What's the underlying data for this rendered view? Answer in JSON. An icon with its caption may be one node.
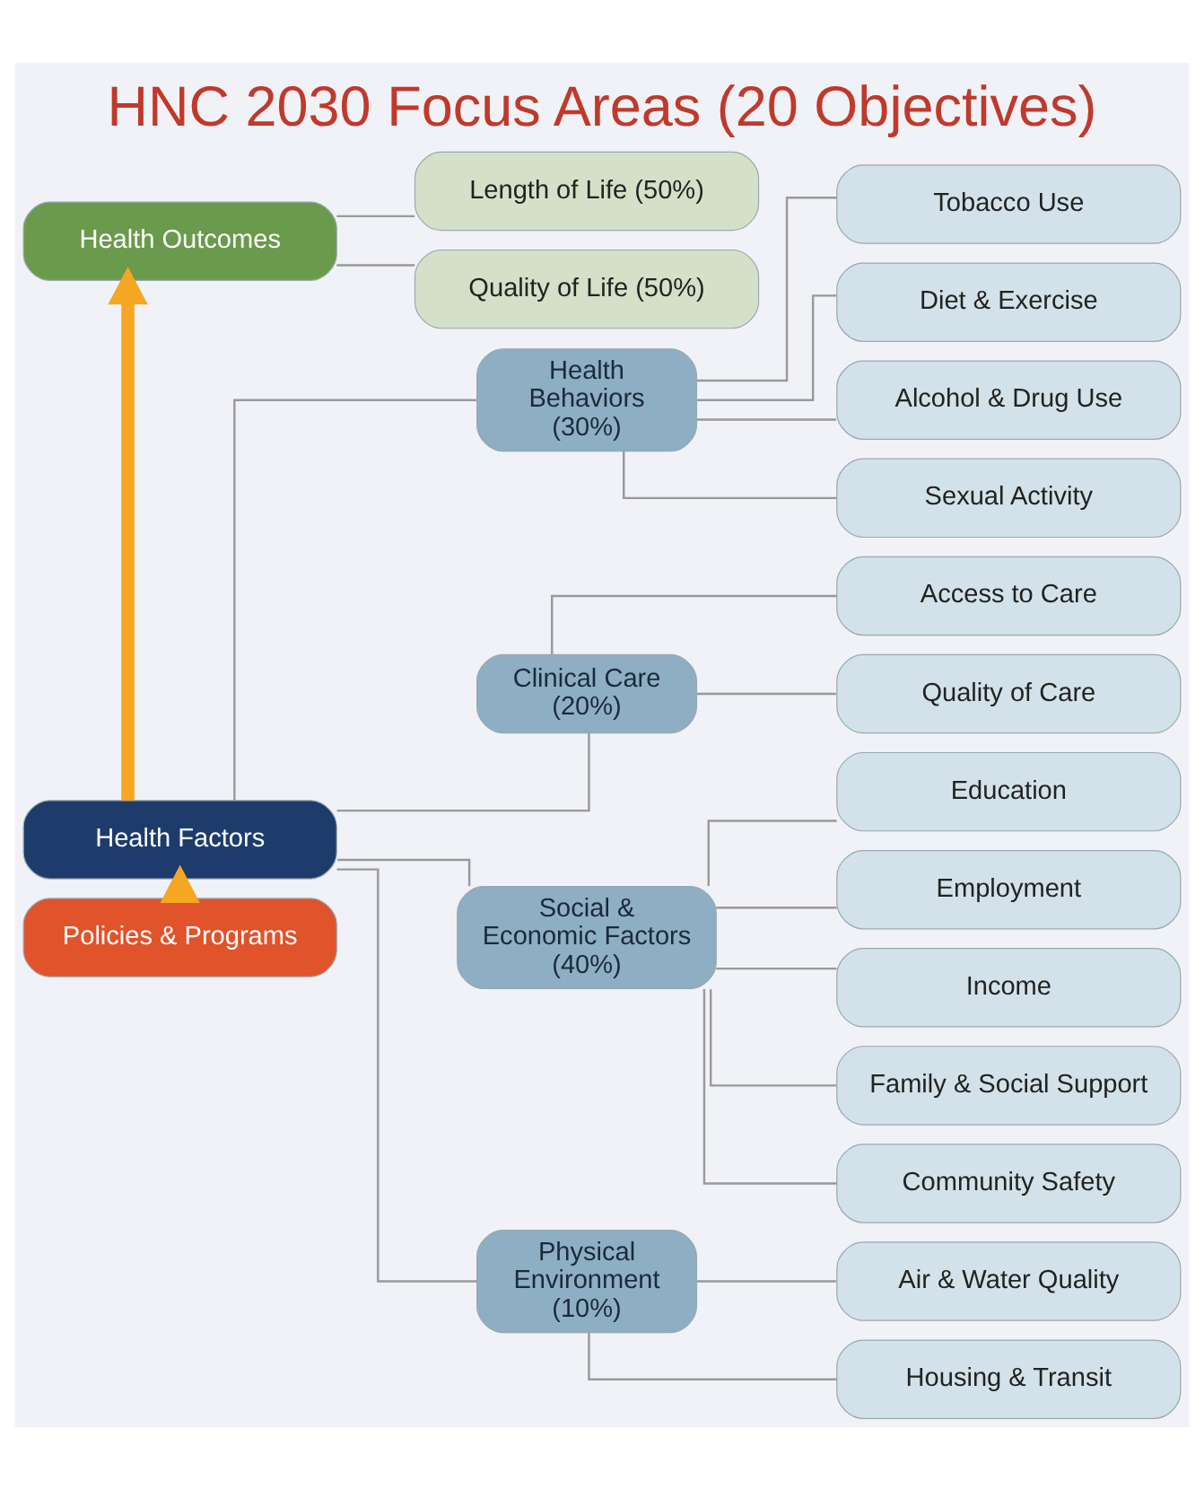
{
  "diagram": {
    "title": "HNC 2030 Focus Areas (20 Objectives)",
    "nodes": [
      {
        "text": [
          "Health Outcomes"
        ]
      },
      {
        "text": [
          "Length of Life (50%)"
        ]
      },
      {
        "text": [
          "Quality of Life (50%)"
        ]
      },
      {
        "text": [
          "Health Factors"
        ]
      },
      {
        "text": [
          "Health Behaviors (30%)"
        ]
      },
      {
        "text": [
          "Tobacco Use"
        ]
      },
      {
        "text": [
          "Diet & Exercise"
        ]
      },
      {
        "text": [
          "Alcohol & Drug Use"
        ]
      },
      {
        "text": [
          "Sexual Activity"
        ]
      },
      {
        "text": [
          "Clinical Care (20%)"
        ]
      },
      {
        "text": [
          "Access to Care"
        ]
      },
      {
        "text": [
          "Quality of Care"
        ]
      },
      {
        "text": [
          "Social & Economic Factors (40%)"
        ]
      },
      {
        "text": [
          "Education"
        ]
      },
      {
        "text": [
          "Employment"
        ]
      },
      {
        "text": [
          "Income"
        ]
      },
      {
        "text": [
          "Family & Social Support"
        ]
      },
      {
        "text": [
          "Community Safety"
        ]
      },
      {
        "text": [
          "Physical Environment (10%)"
        ]
      },
      {
        "text": [
          "Air & Water Quality"
        ]
      },
      {
        "text": [
          "Housing & Transit"
        ]
      },
      {
        "text": [
          "Policies & Programs"
        ]
      }
    ],
    "edges": [
      {
        "from": 0,
        "to": 1,
        "arrow": "none"
      },
      {
        "from": 0,
        "to": 2,
        "arrow": "none"
      },
      {
        "from": 3,
        "to": 4,
        "arrow": "none"
      },
      {
        "from": 3,
        "to": 9,
        "arrow": "none"
      },
      {
        "from": 3,
        "to": 12,
        "arrow": "none"
      },
      {
        "from": 3,
        "to": 18,
        "arrow": "none"
      },
      {
        "from": 4,
        "to": 5,
        "arrow": "none"
      },
      {
        "from": 4,
        "to": 6,
        "arrow": "none"
      },
      {
        "from": 4,
        "to": 7,
        "arrow": "none"
      },
      {
        "from": 4,
        "to": 8,
        "arrow": "none"
      },
      {
        "from": 9,
        "to": 10,
        "arrow": "none"
      },
      {
        "from": 9,
        "to": 11,
        "arrow": "none"
      },
      {
        "from": 12,
        "to": 13,
        "arrow": "none"
      },
      {
        "from": 12,
        "to": 14,
        "arrow": "none"
      },
      {
        "from": 12,
        "to": 15,
        "arrow": "none"
      },
      {
        "from": 12,
        "to": 16,
        "arrow": "none"
      },
      {
        "from": 12,
        "to": 17,
        "arrow": "none"
      },
      {
        "from": 18,
        "to": 19,
        "arrow": "none"
      },
      {
        "from": 18,
        "to": 20,
        "arrow": "none"
      },
      {
        "from": 21,
        "to": 3,
        "arrow": "to",
        "style": "thick",
        "color": "#f5a623"
      },
      {
        "from": 3,
        "to": 0,
        "arrow": "to",
        "style": "thick",
        "color": "#f5a623"
      }
    ]
  }
}
